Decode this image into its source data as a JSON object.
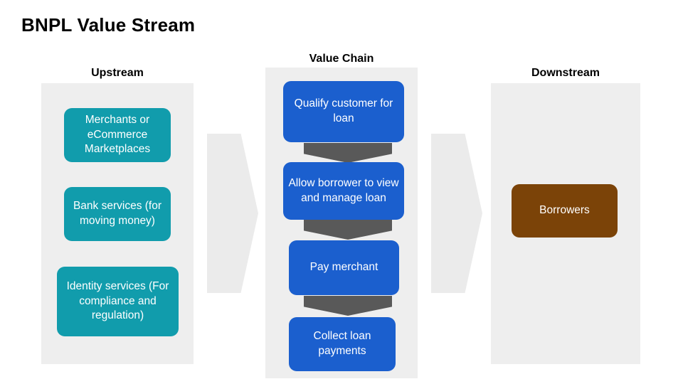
{
  "title": "BNPL Value Stream",
  "colors": {
    "upstream_node": "#119CAC",
    "chain_node": "#1B5FCE",
    "downstream_node": "#7B4308",
    "panel": "#eeeeee",
    "chevron": "#ebebeb",
    "step_arrow": "#595959",
    "text_on_node": "#ffffff",
    "title_text": "#000000"
  },
  "columns": {
    "upstream": {
      "header": "Upstream",
      "nodes": [
        {
          "label": "Merchants or eCommerce Marketplaces"
        },
        {
          "label": "Bank services (for moving money)"
        },
        {
          "label": "Identity services (For compliance and regulation)"
        }
      ]
    },
    "value_chain": {
      "header": "Value Chain",
      "nodes": [
        {
          "label": "Qualify customer for loan"
        },
        {
          "label": "Allow borrower to view and manage loan"
        },
        {
          "label": "Pay merchant"
        },
        {
          "label": "Collect loan payments"
        }
      ]
    },
    "downstream": {
      "header": "Downstream",
      "nodes": [
        {
          "label": "Borrowers"
        }
      ]
    }
  },
  "connectors": {
    "upstream_to_chain": "right-chevron",
    "chain_to_downstream": "right-chevron",
    "step_connectors": [
      "down-arrow",
      "down-arrow",
      "down-arrow"
    ]
  }
}
